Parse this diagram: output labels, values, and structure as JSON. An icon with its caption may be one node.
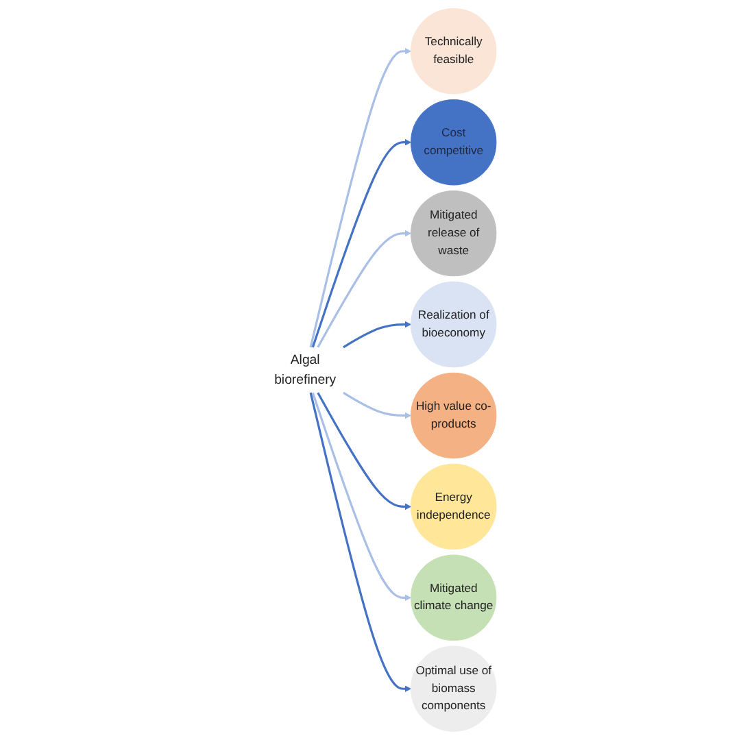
{
  "diagram": {
    "nodes": [
      {
        "text": [
          "Technically feasible"
        ]
      },
      {
        "text": [
          "Optimal use of biomass components"
        ]
      },
      {
        "text": [
          "Cost competitive"
        ]
      },
      {
        "text": [
          "Mitigated climate change"
        ]
      },
      {
        "text": [
          "Algal biorefinery"
        ]
      },
      {
        "text": [
          "Mitigated release of waste"
        ]
      },
      {
        "text": [
          "Energy independence"
        ]
      },
      {
        "text": [
          "High value co-products"
        ]
      },
      {
        "text": [
          "Realization of bioeconomy"
        ]
      }
    ],
    "edges": [
      {
        "from": 4,
        "to": 0,
        "arrow": "to"
      },
      {
        "from": 4,
        "to": 2,
        "arrow": "to",
        "color": "#4472c4"
      },
      {
        "from": 4,
        "to": 5,
        "arrow": "to"
      },
      {
        "from": 4,
        "to": 8,
        "arrow": "to",
        "color": "#4472c4"
      },
      {
        "from": 4,
        "to": 7,
        "arrow": "to"
      },
      {
        "from": 4,
        "to": 6,
        "arrow": "to",
        "color": "#4472c4"
      },
      {
        "from": 4,
        "to": 3,
        "arrow": "to"
      },
      {
        "from": 4,
        "to": 1,
        "arrow": "to",
        "color": "#4472c4"
      }
    ]
  }
}
